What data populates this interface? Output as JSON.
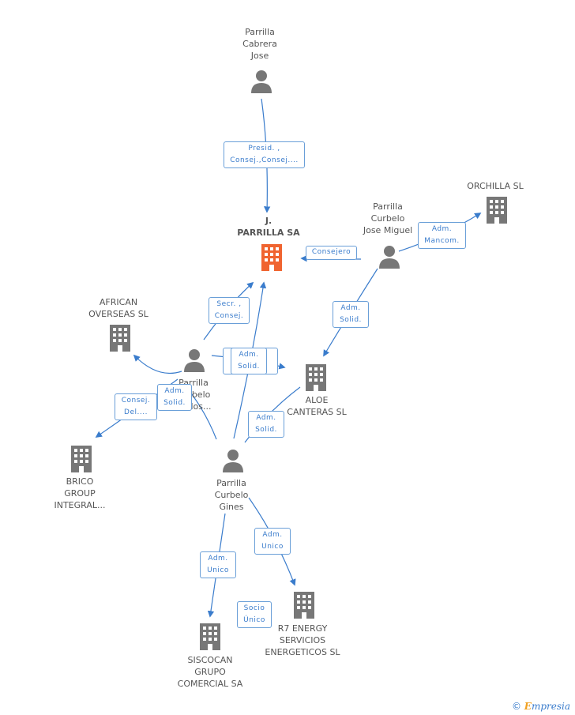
{
  "colors": {
    "edge": "#3a7ccc",
    "icon": "#777777",
    "focus_icon": "#f06430"
  },
  "nodes": {
    "cabrera": {
      "label": "Parrilla\nCabrera\nJose",
      "icon": "person-icon"
    },
    "jparrilla": {
      "label": "J.\nPARRILLA SA",
      "icon": "building-icon"
    },
    "jose_miguel": {
      "label": "Parrilla\nCurbelo\nJose Miguel",
      "icon": "person-icon"
    },
    "orchilla": {
      "label": "ORCHILLA SL",
      "icon": "building-icon"
    },
    "african": {
      "label": "AFRICAN\nOVERSEAS SL",
      "icon": "building-icon"
    },
    "curbelo_carlos": {
      "label": "Parrilla\nCurbelo\nCarlos...",
      "icon": "person-icon"
    },
    "aloe": {
      "label": "ALOE\nCANTERAS SL",
      "icon": "building-icon"
    },
    "gines": {
      "label": "Parrilla\nCurbelo\nGines",
      "icon": "person-icon"
    },
    "brico": {
      "label": "BRICO\nGROUP\nINTEGRAL...",
      "icon": "building-icon"
    },
    "siscocan": {
      "label": "SISCOCAN\nGRUPO\nCOMERCIAL SA",
      "icon": "building-icon"
    },
    "r7": {
      "label": "R7 ENERGY\nSERVICIOS\nENERGETICOS SL",
      "icon": "building-icon"
    }
  },
  "badges": {
    "presid": "Presid. ,\nConsej.,Consej....",
    "consejero": "Consejero",
    "adm_mancom": "Adm.\nMancom.",
    "adm_solid_aloe": "Adm.\nSolid.",
    "secr_consej": "Secr. ,\nConsej.",
    "adm_solid_mid": "Adm.\nSolid.",
    "consej_del": "Consej.\nDel....",
    "adm_solid_african": "Adm.\nSolid.",
    "adm_solid_gines_aloe": "Adm.\nSolid.",
    "adm_unico_siscocan": "Adm.\nUnico",
    "adm_unico_r7": "Adm.\nUnico",
    "socio_unico": "Socio\nÚnico"
  },
  "brand": {
    "copyright": "©",
    "e": "E",
    "name": "mpresia"
  }
}
